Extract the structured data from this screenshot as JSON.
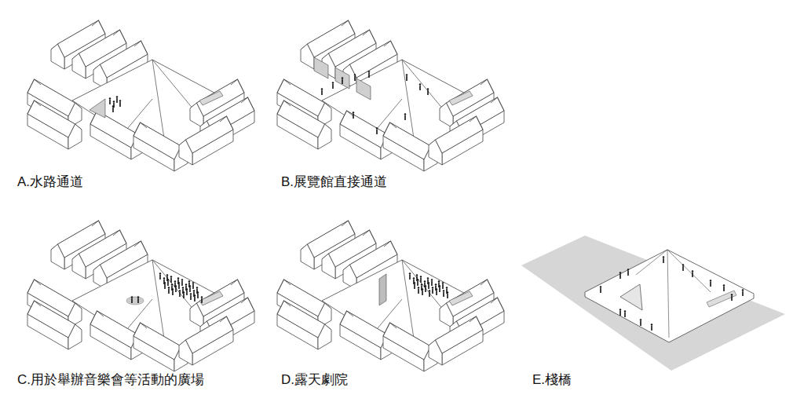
{
  "diagram": {
    "labels": [
      "A.水路通道",
      "B.展覽館直接通道",
      "C.用於舉辦音樂會等活動的廣場",
      "D.露天劇院",
      "E.棧橋"
    ]
  }
}
